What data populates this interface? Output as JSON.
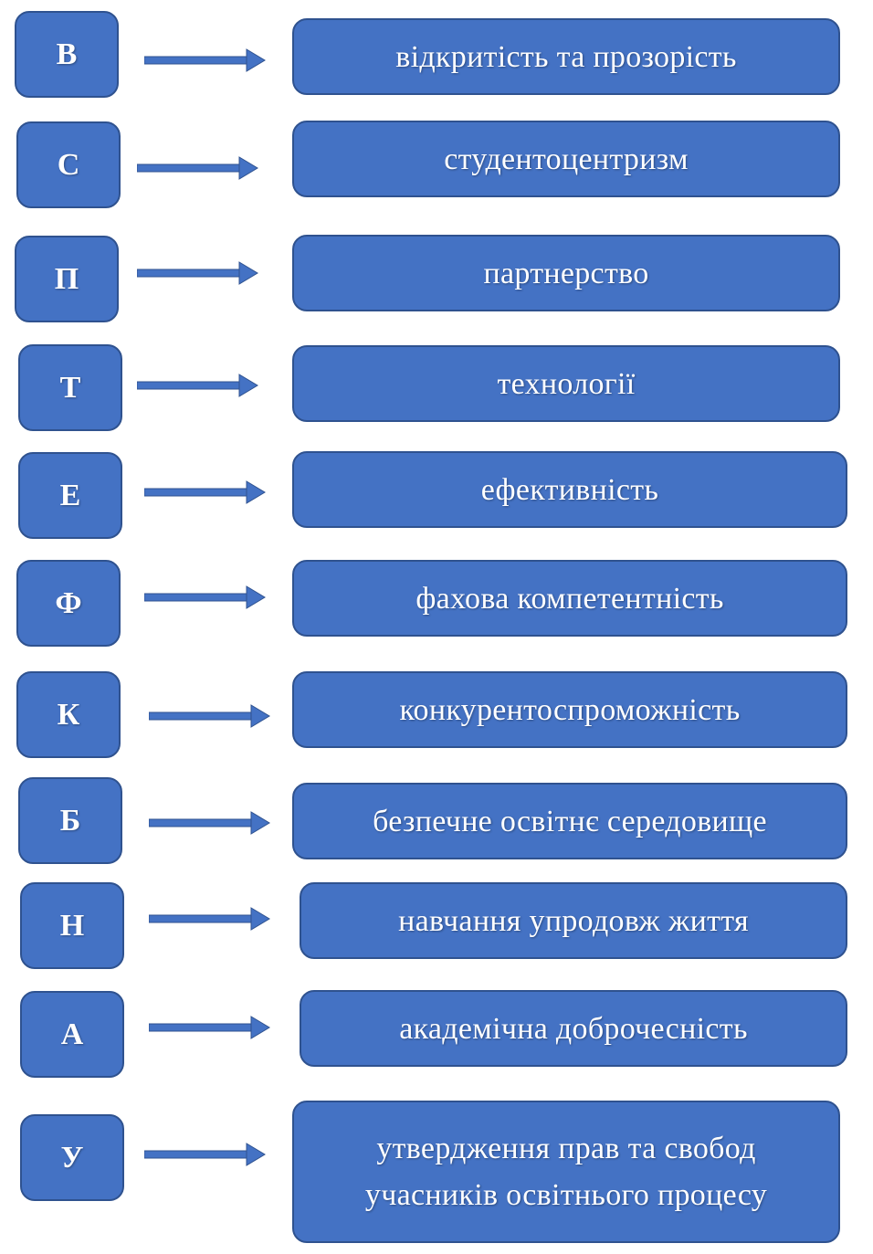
{
  "colors": {
    "box_fill": "#4472c4",
    "box_border": "#2f528f",
    "arrow": "#4472c4",
    "text": "#ffffff"
  },
  "rows": [
    {
      "letter": "В",
      "term": "відкритість та прозорість"
    },
    {
      "letter": "С",
      "term": "студентоцентризм"
    },
    {
      "letter": "П",
      "term": "партнерство"
    },
    {
      "letter": "Т",
      "term": "технології"
    },
    {
      "letter": "Е",
      "term": "ефективність"
    },
    {
      "letter": "Ф",
      "term": "фахова компетентність"
    },
    {
      "letter": "К",
      "term": "конкурентоспроможність"
    },
    {
      "letter": "Б",
      "term": "безпечне освітнє середовище"
    },
    {
      "letter": "Н",
      "term": "навчання упродовж життя"
    },
    {
      "letter": "А",
      "term": "академічна доброчесність"
    },
    {
      "letter": "У",
      "term": "утвердження прав та свобод учасників освітнього процесу"
    }
  ]
}
